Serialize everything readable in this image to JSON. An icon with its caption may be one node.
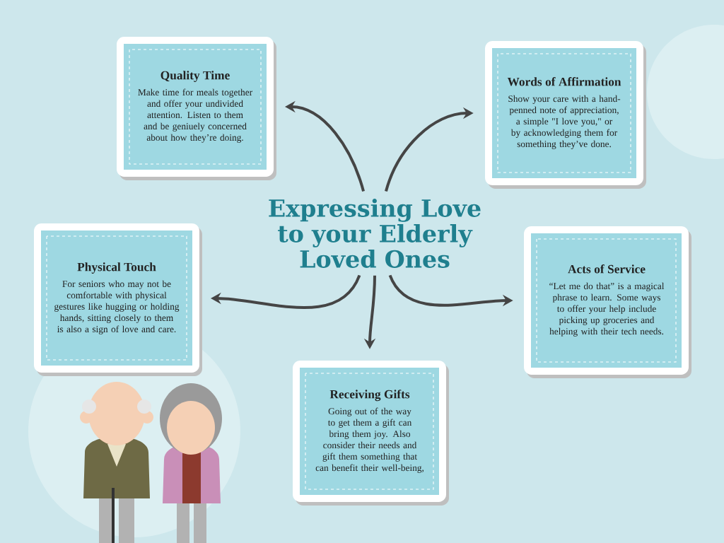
{
  "diagram": {
    "nodes": [
      {
        "text": [
          "Expressing Love to your Elderly Loved Ones"
        ]
      },
      {
        "text": [
          "Quality Time",
          "Make time for meals together and offer your undivided attention. Listen to them and be geniuely concerned about how they’re doing."
        ]
      },
      {
        "text": [
          "Words of Affirmation",
          "Show your care with a hand-penned note of appreciation, a simple \"I love you,\" or by acknowledging them for something they’ve done."
        ]
      },
      {
        "text": [
          "Physical Touch",
          "For seniors who may not be comfortable with physical gestures like hugging or holding hands, sitting closely to them is also a sign of love and care."
        ]
      },
      {
        "text": [
          "Acts of Service",
          "“Let me do that” is a magical phrase to learn. Some ways to offer your help include picking up groceries and helping with their tech needs."
        ]
      },
      {
        "text": [
          "Receiving Gifts",
          "Going out of the way to get them a gift can bring them joy. Also consider their needs and gift them something that can benefit their well-being,"
        ]
      }
    ],
    "edges": [
      {
        "from": 0,
        "to": 1,
        "arrow": "to"
      },
      {
        "from": 0,
        "to": 2,
        "arrow": "to"
      },
      {
        "from": 0,
        "to": 3,
        "arrow": "to"
      },
      {
        "from": 0,
        "to": 5,
        "arrow": "to"
      },
      {
        "from": 0,
        "to": 4,
        "arrow": "to"
      }
    ]
  }
}
